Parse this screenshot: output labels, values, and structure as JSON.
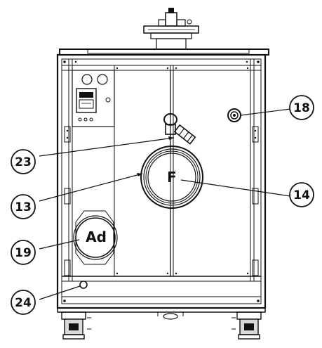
{
  "callouts": [
    {
      "id": "c18",
      "label": "18"
    },
    {
      "id": "c23",
      "label": "23"
    },
    {
      "id": "c13",
      "label": "13"
    },
    {
      "id": "c14",
      "label": "14"
    },
    {
      "id": "c19",
      "label": "19"
    },
    {
      "id": "c24",
      "label": "24"
    }
  ],
  "markings": {
    "flange_letter": "F",
    "access_door_letter": "Ad"
  },
  "colors": {
    "line": "#111111",
    "background": "#ffffff",
    "shade": "#d9d9d9"
  }
}
